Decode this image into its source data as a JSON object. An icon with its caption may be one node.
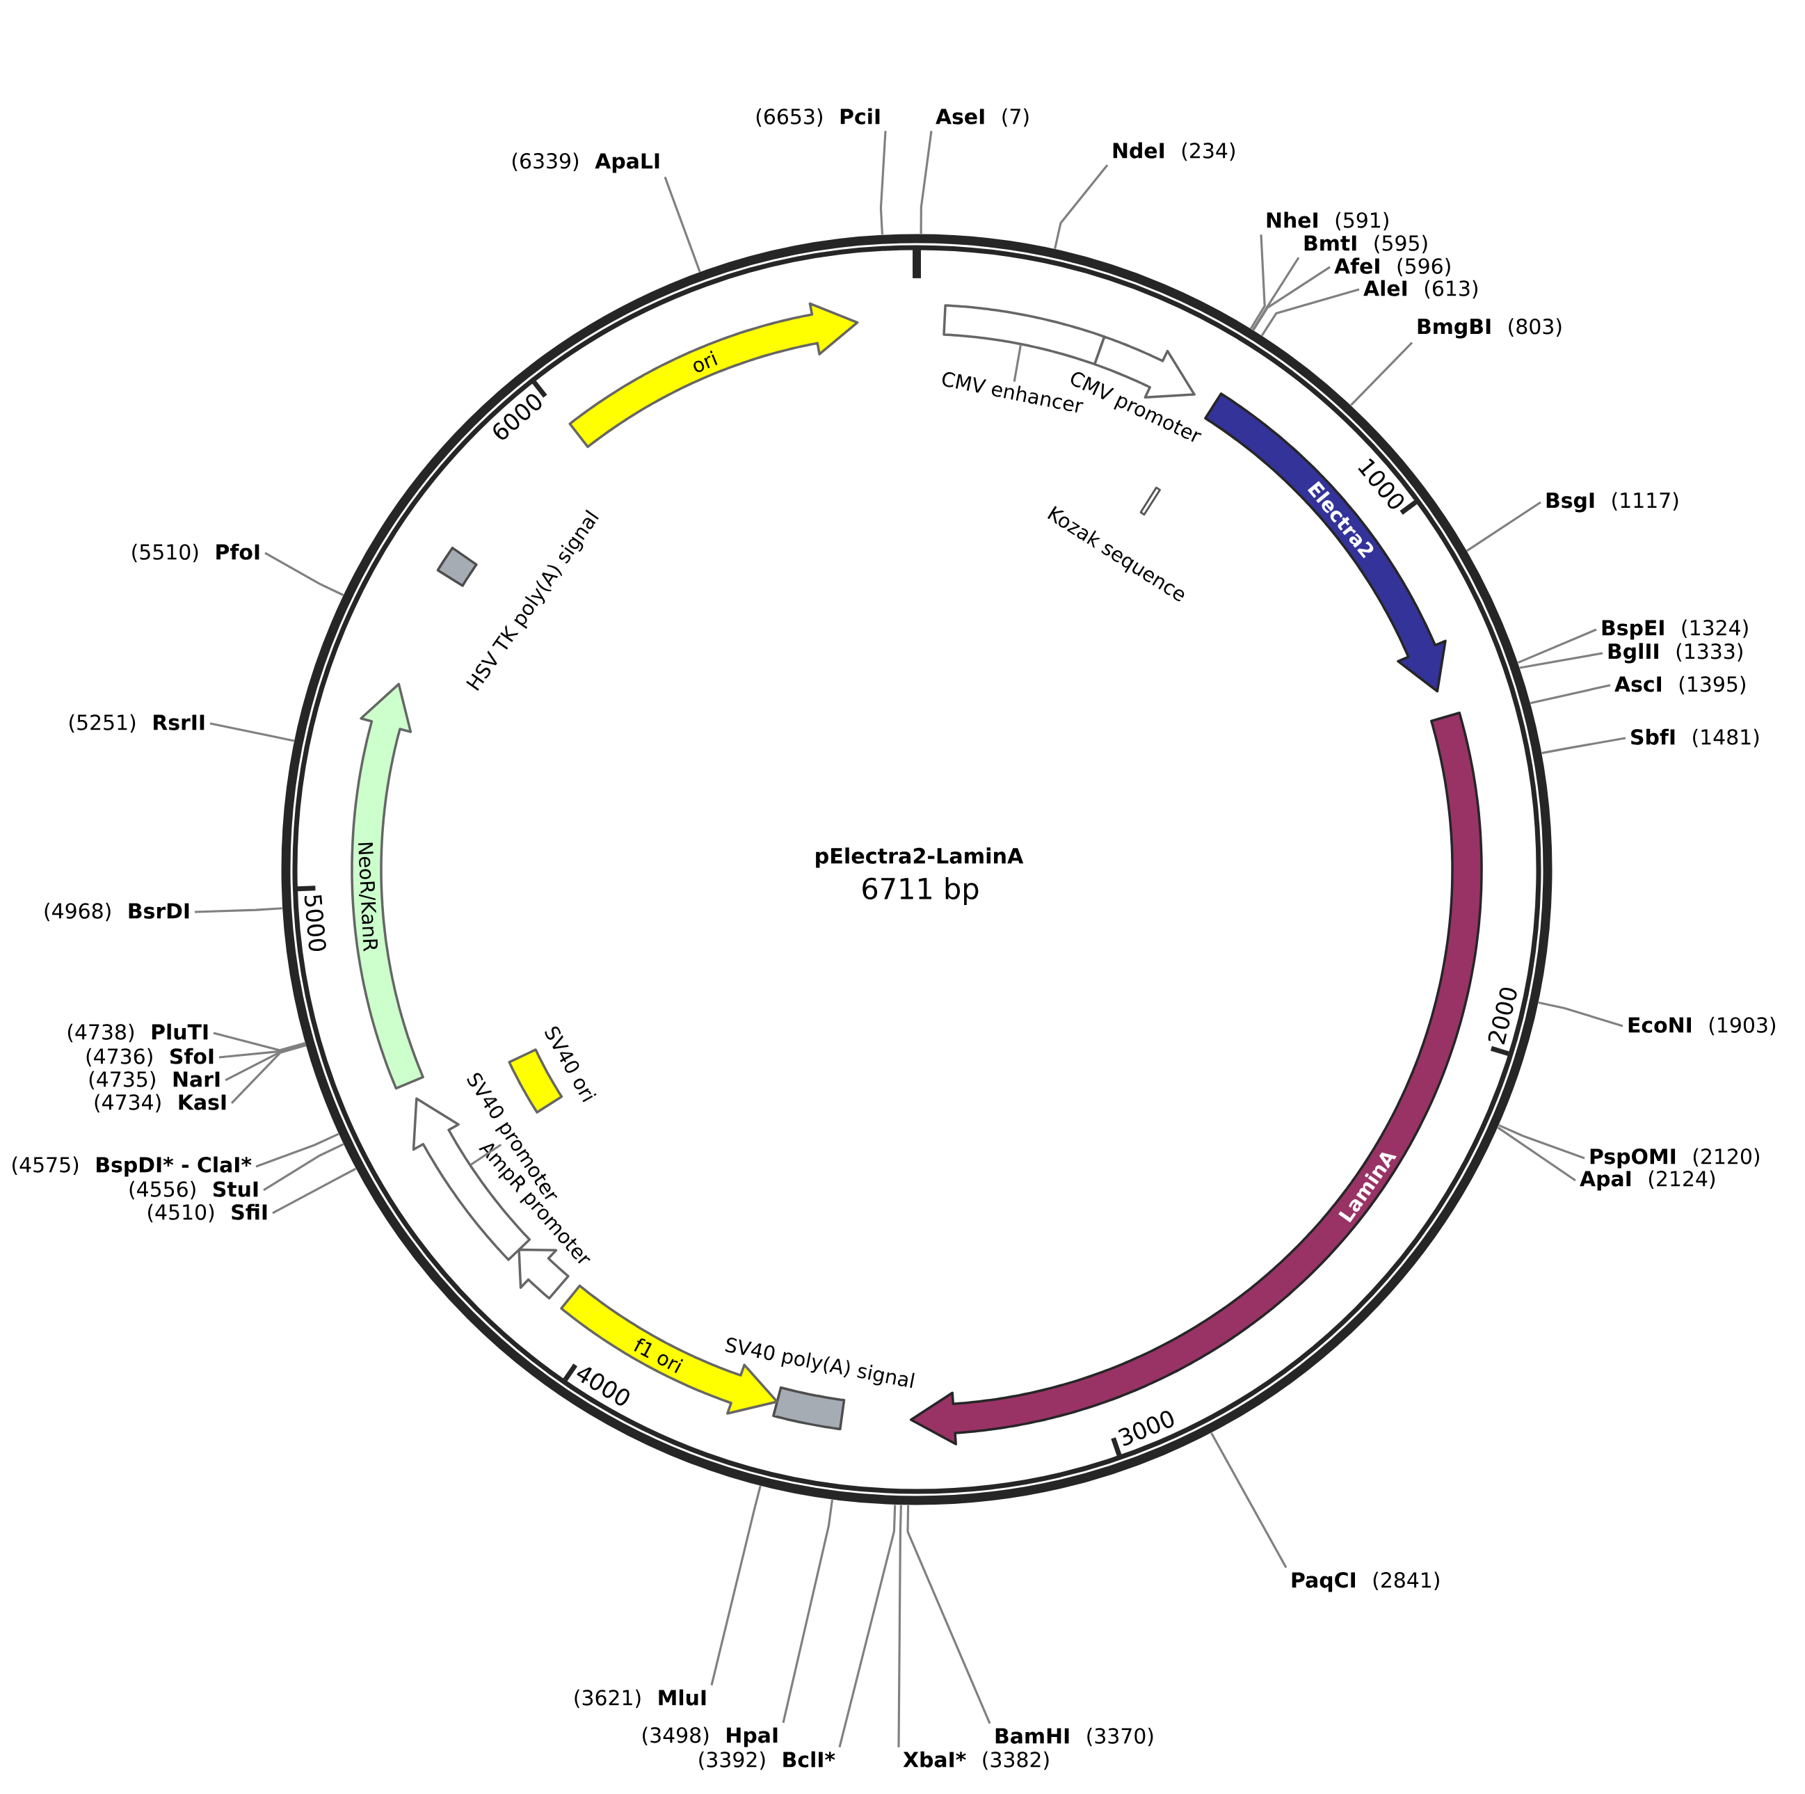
{
  "diagram": {
    "title": "pElectra2-LaminA",
    "nodes": [
      {
        "text": [
          "PciI"
        ],
        "beside": [
          "(6653)"
        ]
      },
      {
        "text": [
          "AseI"
        ],
        "beside": [
          "(7)"
        ]
      },
      {
        "text": [
          "NdeI"
        ],
        "beside": [
          "(234)"
        ]
      },
      {
        "text": [
          "NheI"
        ],
        "beside": [
          "(591)"
        ]
      },
      {
        "text": [
          "BmtI"
        ],
        "beside": [
          "(595)"
        ]
      },
      {
        "text": [
          "AfeI"
        ],
        "beside": [
          "(596)"
        ]
      },
      {
        "text": [
          "AleI"
        ],
        "beside": [
          "(613)"
        ]
      },
      {
        "text": [
          "BmgBI"
        ],
        "beside": [
          "(803)"
        ]
      },
      {
        "text": [
          "BsgI"
        ],
        "beside": [
          "(1117)"
        ]
      },
      {
        "text": [
          "BspEI"
        ],
        "beside": [
          "(1324)"
        ]
      },
      {
        "text": [
          "BglII"
        ],
        "beside": [
          "(1333)"
        ]
      },
      {
        "text": [
          "AscI"
        ],
        "beside": [
          "(1395)"
        ]
      },
      {
        "text": [
          "SbfI"
        ],
        "beside": [
          "(1481)"
        ]
      },
      {
        "text": [
          "EcoNI"
        ],
        "beside": [
          "(1903)"
        ]
      },
      {
        "text": [
          "PspOMI"
        ],
        "beside": [
          "(2120)"
        ]
      },
      {
        "text": [
          "ApaI"
        ],
        "beside": [
          "(2124)"
        ]
      },
      {
        "text": [
          "PaqCI"
        ],
        "beside": [
          "(2841)"
        ]
      },
      {
        "text": [
          "BamHI"
        ],
        "beside": [
          "(3370)"
        ]
      },
      {
        "text": [
          "XbaI*"
        ],
        "beside": [
          "(3382)"
        ]
      },
      {
        "text": [
          "BclI*"
        ],
        "beside": [
          "(3392)"
        ]
      },
      {
        "text": [
          "HpaI"
        ],
        "beside": [
          "(3498)"
        ]
      },
      {
        "text": [
          "MluI"
        ],
        "beside": [
          "(3621)"
        ]
      },
      {
        "text": [
          "SfiI"
        ],
        "beside": [
          "(4510)"
        ]
      },
      {
        "text": [
          "StuI"
        ],
        "beside": [
          "(4556)"
        ]
      },
      {
        "text": [
          "BspDI* - ClaI*"
        ],
        "beside": [
          "(4575)"
        ]
      },
      {
        "text": [
          "KasI"
        ],
        "beside": [
          "(4734)"
        ]
      },
      {
        "text": [
          "NarI"
        ],
        "beside": [
          "(4735)"
        ]
      },
      {
        "text": [
          "SfoI"
        ],
        "beside": [
          "(4736)"
        ]
      },
      {
        "text": [
          "PluTI"
        ],
        "beside": [
          "(4738)"
        ]
      },
      {
        "text": [
          "BsrDI"
        ],
        "beside": [
          "(4968)"
        ]
      },
      {
        "text": [
          "RsrII"
        ],
        "beside": [
          "(5251)"
        ]
      },
      {
        "text": [
          "PfoI"
        ],
        "beside": [
          "(5510)"
        ]
      },
      {
        "text": [
          "ApaLI"
        ],
        "beside": [
          "(6339)"
        ]
      },
      {
        "text": [
          "ori"
        ]
      },
      {
        "text": [],
        "shape": "bar"
      },
      {
        "text": [
          "CMV enhancer"
        ]
      },
      {
        "text": [
          "CMV promoter"
        ]
      },
      {
        "text": [
          "Kozak sequence"
        ]
      },
      {
        "text": [
          "Electra2"
        ]
      },
      {
        "text": [
          "LaminA"
        ]
      },
      {
        "text": [
          "SV40 poly(A) signal"
        ]
      },
      {
        "text": [
          "f1 ori"
        ]
      },
      {
        "text": [
          "AmpR promoter"
        ]
      },
      {
        "text": [],
        "shape": "arrow"
      },
      {
        "text": [
          "SV40 promoter"
        ]
      },
      {
        "text": [
          "SV40 ori"
        ]
      },
      {
        "text": [
          "NeoR/KanR"
        ]
      },
      {
        "text": [
          "HSV TK poly(A) signal"
        ]
      }
    ],
    "edges": [
      {
        "from": 0,
        "to": null,
        "arrow": "none"
      },
      {
        "from": 1,
        "to": null,
        "arrow": "none"
      },
      {
        "from": 2,
        "to": null,
        "arrow": "none"
      },
      {
        "from": 3,
        "to": null,
        "arrow": "none"
      },
      {
        "from": 4,
        "to": null,
        "arrow": "none"
      },
      {
        "from": 5,
        "to": null,
        "arrow": "none"
      },
      {
        "from": 6,
        "to": null,
        "arrow": "none"
      },
      {
        "from": 7,
        "to": null,
        "arrow": "none"
      },
      {
        "from": 8,
        "to": null,
        "arrow": "none"
      },
      {
        "from": 9,
        "to": null,
        "arrow": "none"
      },
      {
        "from": 10,
        "to": null,
        "arrow": "none"
      },
      {
        "from": 11,
        "to": null,
        "arrow": "none"
      },
      {
        "from": 12,
        "to": null,
        "arrow": "none"
      },
      {
        "from": 13,
        "to": null,
        "arrow": "none"
      },
      {
        "from": 14,
        "to": null,
        "arrow": "none"
      },
      {
        "from": 15,
        "to": null,
        "arrow": "none"
      },
      {
        "from": 16,
        "to": null,
        "arrow": "none"
      },
      {
        "from": 17,
        "to": null,
        "arrow": "none"
      },
      {
        "from": 18,
        "to": null,
        "arrow": "none"
      },
      {
        "from": 19,
        "to": null,
        "arrow": "none"
      },
      {
        "from": 20,
        "to": null,
        "arrow": "none"
      },
      {
        "from": 21,
        "to": null,
        "arrow": "none"
      },
      {
        "from": 22,
        "to": null,
        "arrow": "none"
      },
      {
        "from": 23,
        "to": null,
        "arrow": "none"
      },
      {
        "from": 24,
        "to": null,
        "arrow": "none"
      },
      {
        "from": 25,
        "to": null,
        "arrow": "none"
      },
      {
        "from": 26,
        "to": null,
        "arrow": "none"
      },
      {
        "from": 27,
        "to": null,
        "arrow": "none"
      },
      {
        "from": 28,
        "to": null,
        "arrow": "none"
      },
      {
        "from": 29,
        "to": null,
        "arrow": "none"
      },
      {
        "from": 30,
        "to": null,
        "arrow": "none"
      },
      {
        "from": 31,
        "to": null,
        "arrow": "none"
      },
      {
        "from": 32,
        "to": null,
        "arrow": "none"
      },
      {
        "from": 35,
        "to": 34,
        "arrow": "none"
      },
      {
        "from": 44,
        "to": 43,
        "arrow": "none"
      }
    ],
    "labels": [
      "6711 bp",
      "1000",
      "2000",
      "3000",
      "4000",
      "5000",
      "6000"
    ]
  }
}
